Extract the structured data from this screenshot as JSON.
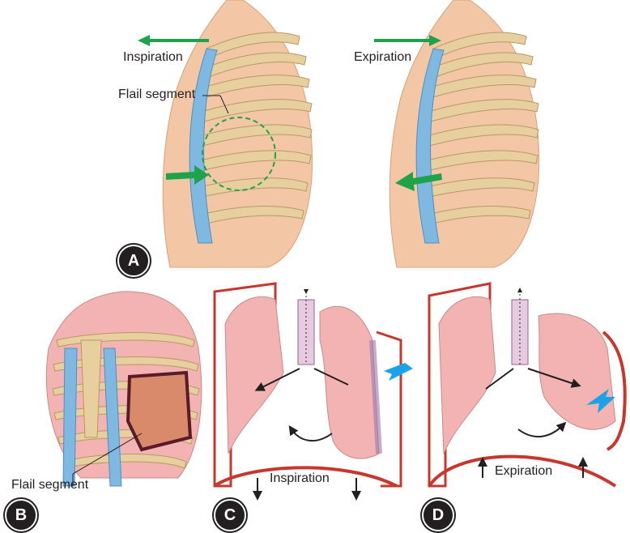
{
  "panel_a": {
    "badge": "A",
    "label_inspiration": "Inspiration",
    "label_expiration": "Expiration",
    "label_flail": "Flail segment"
  },
  "panel_b": {
    "badge": "B",
    "label_flail": "Flail segment"
  },
  "panel_c": {
    "badge": "C",
    "label_inspiration": "Inspiration"
  },
  "panel_d": {
    "badge": "D",
    "label_expiration": "Expiration"
  },
  "colors": {
    "skin": "#f3c7a6",
    "rib": "#e8cfa0",
    "cartilage": "#7fb8e0",
    "lung": "#f4b3b3",
    "arrow_green": "#1fa34a",
    "arrow_blue": "#1aa3e8",
    "pleura": "#c8372d"
  }
}
